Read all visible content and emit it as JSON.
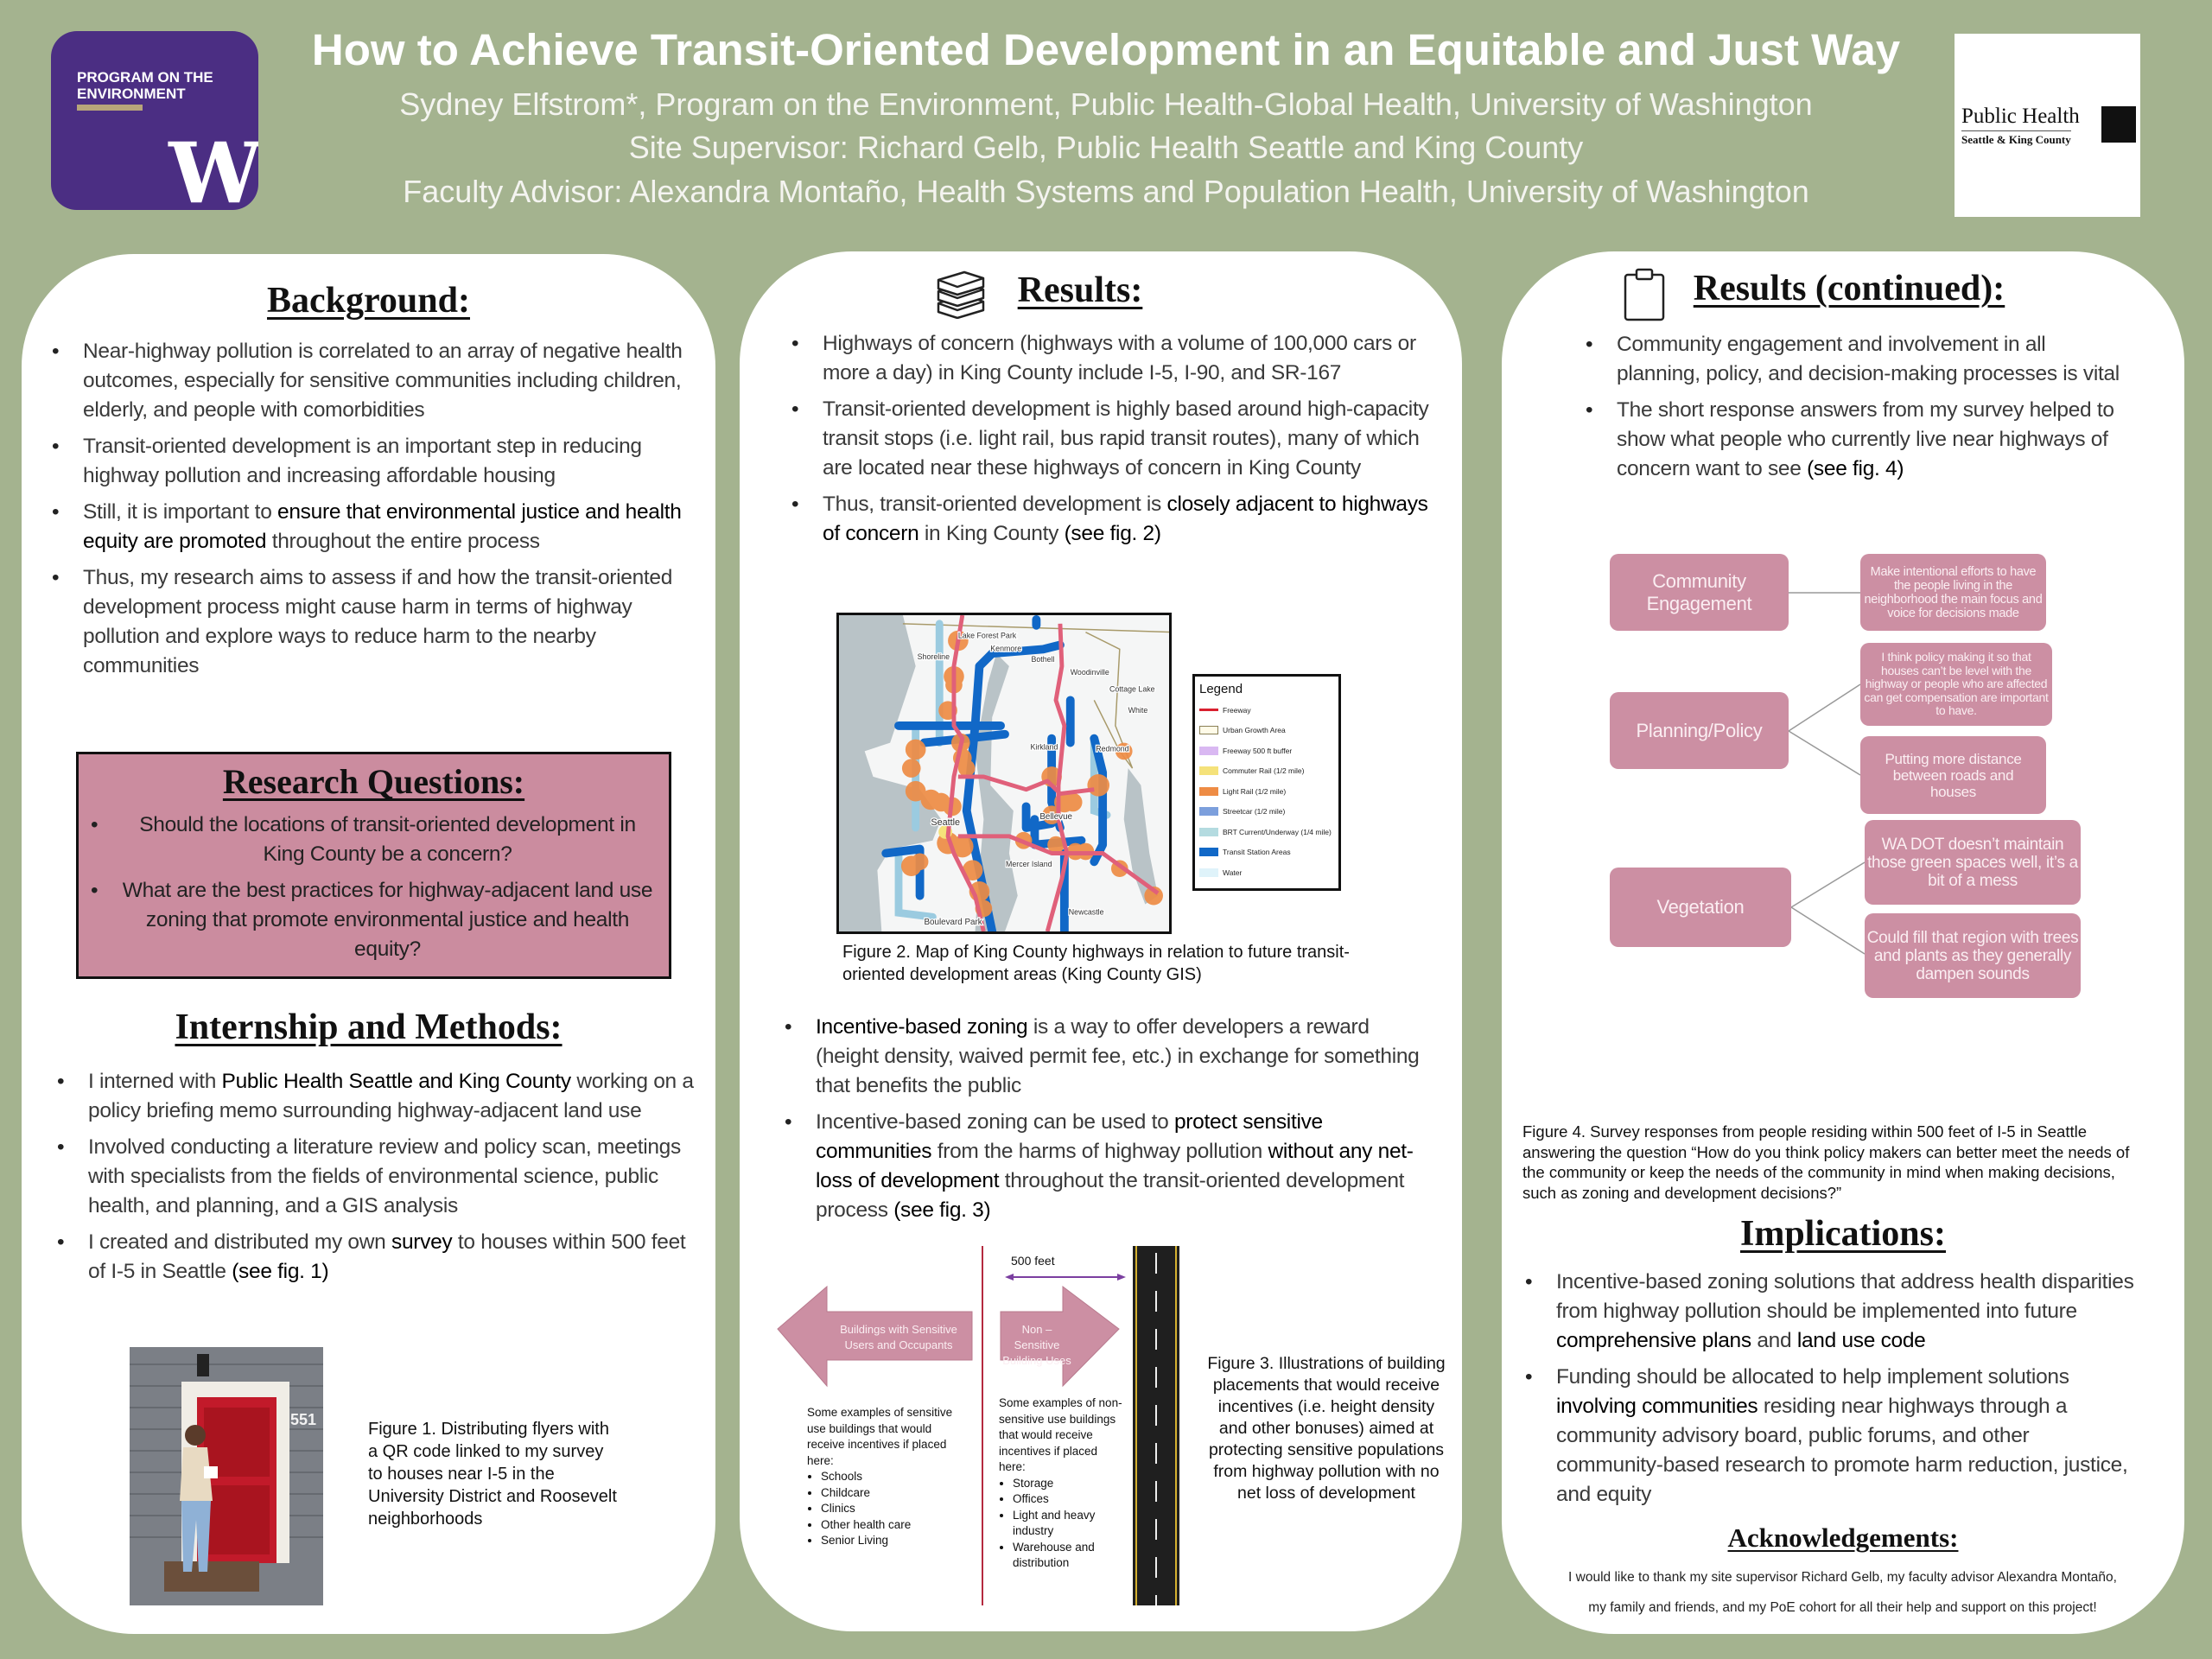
{
  "header": {
    "title": "How to Achieve Transit-Oriented Development in an Equitable and Just Way",
    "authors": "Sydney Elfstrom*, Program on the Environment, Public Health-Global Health, University of Washington",
    "supervisor": "Site Supervisor: Richard Gelb, Public Health Seattle and King County",
    "advisor": "Faculty Advisor: Alexandra Montaño, Health Systems and Population Health, University of Washington",
    "poe_logo": "PROGRAM ON THE ENVIRONMENT",
    "poe_logo_mark": "W",
    "ph_logo_name": "Public Health",
    "ph_logo_sub": "Seattle & King County"
  },
  "colors": {
    "background": "#a4b38f",
    "pink": "#cc8fa3",
    "uw_purple": "#4b2e83"
  },
  "background": {
    "heading": "Background:",
    "bullets": [
      [
        {
          "t": "Near-highway pollution is correlated to an array of negative health outcomes, especially for sensitive communities including children, elderly, and people with comorbidities"
        }
      ],
      [
        {
          "t": "Transit-oriented development is an important step in reducing highway pollution and increasing affordable housing"
        }
      ],
      [
        {
          "t": "Still, it is important to "
        },
        {
          "t": "ensure that environmental justice and health equity are promoted",
          "em": true
        },
        {
          "t": " throughout the entire process"
        }
      ],
      [
        {
          "t": "Thus, my research aims to assess if and how the transit-oriented development process might cause harm in terms of highway pollution and explore ways to reduce harm to the nearby communities"
        }
      ]
    ]
  },
  "research": {
    "heading": "Research Questions:",
    "items": [
      "Should the locations of transit-oriented development in King County be a concern?",
      "What are the best practices for highway-adjacent land use zoning that promote environmental justice and health equity?"
    ]
  },
  "internship": {
    "heading": "Internship and Methods:",
    "bullets": [
      [
        {
          "t": "I interned with "
        },
        {
          "t": "Public Health Seattle and King County",
          "em": true
        },
        {
          "t": " working on a policy briefing memo surrounding highway-adjacent land use"
        }
      ],
      [
        {
          "t": "Involved conducting a literature review and policy scan, meetings with specialists from the fields of environmental science, public health, and planning, and a GIS analysis"
        }
      ],
      [
        {
          "t": "I created and distributed my own "
        },
        {
          "t": "survey",
          "em": true
        },
        {
          "t": " to houses within 500 feet of I-5 in Seattle "
        },
        {
          "t": "(see fig. 1)",
          "em": true
        }
      ]
    ],
    "photo_house_number": "551",
    "fig1_caption": "Figure 1. Distributing flyers with a QR code linked to my survey to houses near I-5 in the University District and Roosevelt neighborhoods"
  },
  "results": {
    "heading": "Results:",
    "bullets": [
      [
        {
          "t": "Highways of concern (highways with a volume of 100,000 cars or more a day) in King County include I-5, I-90, and SR-167"
        }
      ],
      [
        {
          "t": "Transit-oriented development is highly based around high-capacity transit stops (i.e. light rail, bus rapid transit routes), many of which are located near these highways of concern in King County"
        }
      ],
      [
        {
          "t": "Thus, transit-oriented development is "
        },
        {
          "t": "closely adjacent to highways of concern",
          "em": true
        },
        {
          "t": " in King County "
        },
        {
          "t": "(see fig. 2)",
          "em": true
        }
      ]
    ],
    "map_labels": [
      "Lake Forest Park",
      "Kenmore",
      "Shoreline",
      "Bothell",
      "Woodinville",
      "Cottage Lake",
      "White",
      "Kirkland",
      "Redmond",
      "Seattle",
      "Bellevue",
      "Mercer Island",
      "Newcastle",
      "Boulevard Park"
    ],
    "legend": {
      "title": "Legend",
      "items": [
        {
          "label": "Freeway",
          "color": "#d9202f"
        },
        {
          "label": "Urban Growth Area",
          "color": "#fffbe8"
        },
        {
          "label": "Freeway 500 ft buffer",
          "color": "#d9b8f2"
        },
        {
          "label": "Commuter Rail (1/2 mile)",
          "color": "#f5e27a"
        },
        {
          "label": "Light Rail (1/2 mile)",
          "color": "#ee8c45"
        },
        {
          "label": "Streetcar (1/2 mile)",
          "color": "#7c9fdc"
        },
        {
          "label": "BRT Current/Underway (1/4 mile)",
          "color": "#b4dbe0"
        },
        {
          "label": "Transit Station Areas",
          "color": "#1168c7"
        },
        {
          "label": "Water",
          "color": "#dff3fa"
        }
      ]
    },
    "fig2_caption": "Figure 2. Map of King County highways in relation to future transit-oriented development  areas (King County GIS)",
    "bullets2": [
      [
        {
          "t": "Incentive-based zoning",
          "em": true
        },
        {
          "t": " is a way to offer developers a reward (height density, waived permit fee, etc.) in exchange for something that benefits the public"
        }
      ],
      [
        {
          "t": "Incentive-based zoning can be used to "
        },
        {
          "t": "protect sensitive communities",
          "em": true
        },
        {
          "t": " from the harms of highway pollution "
        },
        {
          "t": "without any net-loss of development",
          "em": true
        },
        {
          "t": " throughout the transit-oriented development process "
        },
        {
          "t": "(see fig. 3)",
          "em": true
        }
      ]
    ],
    "fig3": {
      "distance": "500 feet",
      "left_arrow": "Buildings with Sensitive Users and Occupants",
      "right_arrow": "Non –Sensitive Building Uses",
      "left_intro": "Some examples of sensitive use buildings that would receive incentives if placed here:",
      "left_items": [
        "Schools",
        "Childcare",
        "Clinics",
        "Other health care",
        "Senior Living"
      ],
      "right_intro": "Some examples of non-sensitive use buildings that would receive incentives if placed here:",
      "right_items": [
        "Storage",
        "Offices",
        "Light and heavy industry",
        "Warehouse and distribution"
      ],
      "caption": "Figure 3. Illustrations of building placements that would receive incentives (i.e. height density and other bonuses) aimed at protecting sensitive populations from highway pollution with no net loss of development"
    }
  },
  "results2": {
    "heading": "Results (continued):",
    "bullets": [
      [
        {
          "t": "Community engagement and involvement in all planning, policy, and decision-making processes is vital"
        }
      ],
      [
        {
          "t": "The short response answers from my survey helped to show what people who currently live near highways of concern want to see "
        },
        {
          "t": "(see fig. 4)",
          "em": true
        }
      ]
    ],
    "diagram": {
      "themes": [
        "Community Engagement",
        "Planning/Policy",
        "Vegetation"
      ],
      "responses": [
        "Make intentional efforts to have the people living in the neighborhood the main focus and voice for decisions made",
        "I think policy making it so that houses can’t be level with the highway or people who are affected can get compensation are important to have.",
        "Putting more distance between roads and houses",
        "WA DOT doesn’t maintain those green spaces well, it’s a bit of a mess",
        "Could fill that region with trees and plants as they generally dampen sounds"
      ]
    },
    "fig4_caption": "Figure 4. Survey responses from people residing within 500 feet of I-5 in Seattle answering the question “How do you think policy makers can better meet the needs of the community or keep the needs of the community in mind when making decisions, such as zoning and development decisions?”"
  },
  "implications": {
    "heading": "Implications:",
    "bullets": [
      [
        {
          "t": "Incentive-based zoning solutions that address health disparities from highway pollution should be implemented into future "
        },
        {
          "t": "comprehensive plans",
          "em": true
        },
        {
          "t": " and "
        },
        {
          "t": "land use code",
          "em": true
        }
      ],
      [
        {
          "t": "Funding should be allocated to help implement solutions "
        },
        {
          "t": "involving communities",
          "em": true
        },
        {
          "t": " residing near highways through a community advisory board, public forums, and other community-based research to promote harm reduction, justice, and equity"
        }
      ]
    ]
  },
  "acknowledgements": {
    "heading": "Acknowledgements:",
    "line1": "I would like to thank my site supervisor Richard Gelb, my faculty advisor Alexandra Montaño,",
    "line2": "my family and friends, and my PoE cohort for all their help and support on this project!"
  }
}
